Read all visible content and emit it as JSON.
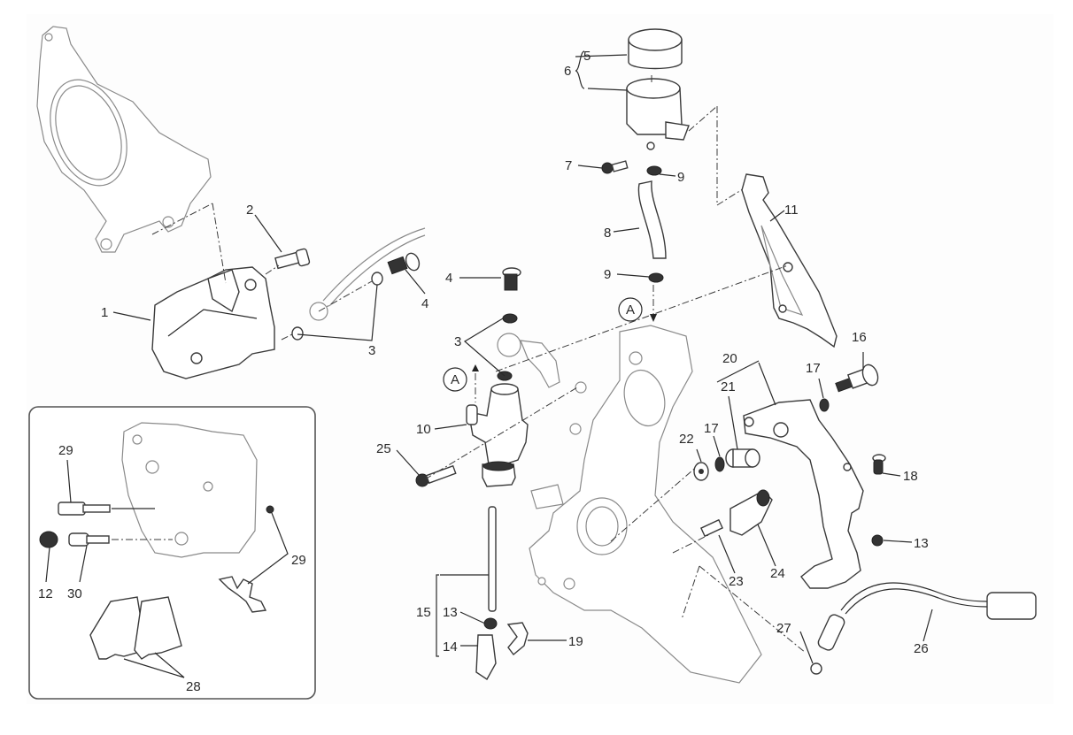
{
  "diagram": {
    "type": "exploded-parts-diagram",
    "subject": "rear brake system",
    "callouts": [
      {
        "id": "c1",
        "label": "1",
        "part": "brake-caliper"
      },
      {
        "id": "c2",
        "label": "2",
        "part": "caliper-bolt"
      },
      {
        "id": "c3a",
        "label": "3",
        "part": "sealing-washers-caliper"
      },
      {
        "id": "c4a",
        "label": "4",
        "part": "banjo-bolt-caliper"
      },
      {
        "id": "c4b",
        "label": "4",
        "part": "banjo-bolt-master-cylinder"
      },
      {
        "id": "c3b",
        "label": "3",
        "part": "sealing-washers-master-cylinder"
      },
      {
        "id": "c5",
        "label": "5",
        "part": "reservoir-cap"
      },
      {
        "id": "c6",
        "label": "6",
        "part": "reservoir-assembly"
      },
      {
        "id": "c7",
        "label": "7",
        "part": "reservoir-screw"
      },
      {
        "id": "c9a",
        "label": "9",
        "part": "hose-clamp-upper"
      },
      {
        "id": "c8",
        "label": "8",
        "part": "reservoir-hose"
      },
      {
        "id": "c9b",
        "label": "9",
        "part": "hose-clamp-lower"
      },
      {
        "id": "c10",
        "label": "10",
        "part": "master-cylinder"
      },
      {
        "id": "c11",
        "label": "11",
        "part": "heel-guard-bracket"
      },
      {
        "id": "c25",
        "label": "25",
        "part": "master-cylinder-bolt"
      },
      {
        "id": "c15",
        "label": "15",
        "part": "pushrod-assembly"
      },
      {
        "id": "c13a",
        "label": "13",
        "part": "pushrod-nut"
      },
      {
        "id": "c14",
        "label": "14",
        "part": "clevis"
      },
      {
        "id": "c19",
        "label": "19",
        "part": "clevis-clip"
      },
      {
        "id": "c16",
        "label": "16",
        "part": "pivot-bolt"
      },
      {
        "id": "c17a",
        "label": "17",
        "part": "washer-outer"
      },
      {
        "id": "c20",
        "label": "20",
        "part": "brake-pedal-assembly"
      },
      {
        "id": "c21",
        "label": "21",
        "part": "bushing"
      },
      {
        "id": "c22",
        "label": "22",
        "part": "washer"
      },
      {
        "id": "c17b",
        "label": "17",
        "part": "washer-inner"
      },
      {
        "id": "c18",
        "label": "18",
        "part": "pedal-pin"
      },
      {
        "id": "c13b",
        "label": "13",
        "part": "pedal-nut"
      },
      {
        "id": "c23",
        "label": "23",
        "part": "spring-pin"
      },
      {
        "id": "c24",
        "label": "24",
        "part": "return-spring"
      },
      {
        "id": "c27",
        "label": "27",
        "part": "switch-nut"
      },
      {
        "id": "c26",
        "label": "26",
        "part": "brake-light-switch"
      },
      {
        "id": "c29a",
        "label": "29",
        "part": "pad-pin"
      },
      {
        "id": "c12",
        "label": "12",
        "part": "bleed-cap"
      },
      {
        "id": "c30",
        "label": "30",
        "part": "bleed-valve"
      },
      {
        "id": "c29b",
        "label": "29",
        "part": "pad-spring-clip"
      },
      {
        "id": "c28",
        "label": "28",
        "part": "brake-pads"
      }
    ],
    "reference_marks": [
      {
        "id": "refA1",
        "label": "A"
      },
      {
        "id": "refA2",
        "label": "A"
      }
    ]
  }
}
